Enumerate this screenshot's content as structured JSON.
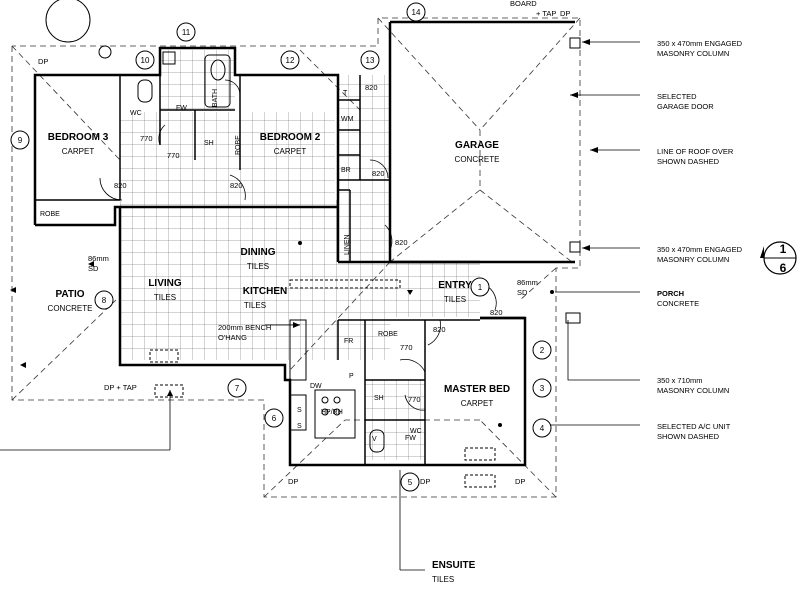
{
  "rooms": {
    "bed3": {
      "name": "BEDROOM 3",
      "finish": "CARPET"
    },
    "bed2": {
      "name": "BEDROOM 2",
      "finish": "CARPET"
    },
    "garage": {
      "name": "GARAGE",
      "finish": "CONCRETE"
    },
    "dining": {
      "name": "DINING",
      "finish": "TILES"
    },
    "living": {
      "name": "LIVING",
      "finish": "TILES"
    },
    "kitchen": {
      "name": "KITCHEN",
      "finish": "TILES"
    },
    "patio": {
      "name": "PATIO",
      "finish": "CONCRETE"
    },
    "entry": {
      "name": "ENTRY",
      "finish": "TILES"
    },
    "porch": {
      "name": "PORCH",
      "finish": "CONCRETE"
    },
    "master": {
      "name": "MASTER BED",
      "finish": "CARPET"
    },
    "ensuite": {
      "name": "ENSUITE",
      "finish": "TILES"
    }
  },
  "fixtures": {
    "bath": "BATH",
    "fw": "FW",
    "wc": "WC",
    "sh": "SH",
    "robe": "ROBE",
    "t": "T",
    "wm": "WM",
    "br": "BR",
    "linen": "LINEN",
    "fr": "FR",
    "dw": "DW",
    "p": "P",
    "hprh": "HP/RH",
    "s": "S",
    "v": "V"
  },
  "dimensions": {
    "d820": "820",
    "d770": "770",
    "sd86": "86mm",
    "sd": "SD",
    "dp": "DP",
    "dptap": "DP + TAP",
    "board": "BOARD",
    "taptop": "+ TAP",
    "dptop": "DP",
    "bench": "200mm BENCH",
    "ohang": "O'HANG"
  },
  "notes": {
    "col_top_1": "350 x 470mm ENGAGED",
    "col_top_2": "MASONRY COLUMN",
    "gd_1": "SELECTED",
    "gd_2": "GARAGE DOOR",
    "roof_1": "LINE OF ROOF OVER",
    "roof_2": "SHOWN DASHED",
    "col_mid_1": "350 x 470mm ENGAGED",
    "col_mid_2": "MASONRY COLUMN",
    "porch_1": "PORCH",
    "porch_2": "CONCRETE",
    "col_low_1": "350 x 710mm",
    "col_low_2": "MASONRY COLUMN",
    "ac_1": "SELECTED A/C UNIT",
    "ac_2": "SHOWN DASHED"
  },
  "section_marker": {
    "top": "1",
    "bottom": "6"
  },
  "columns": [
    "1",
    "2",
    "3",
    "4",
    "5",
    "6",
    "7",
    "8",
    "9",
    "10",
    "11",
    "12",
    "13",
    "14"
  ]
}
